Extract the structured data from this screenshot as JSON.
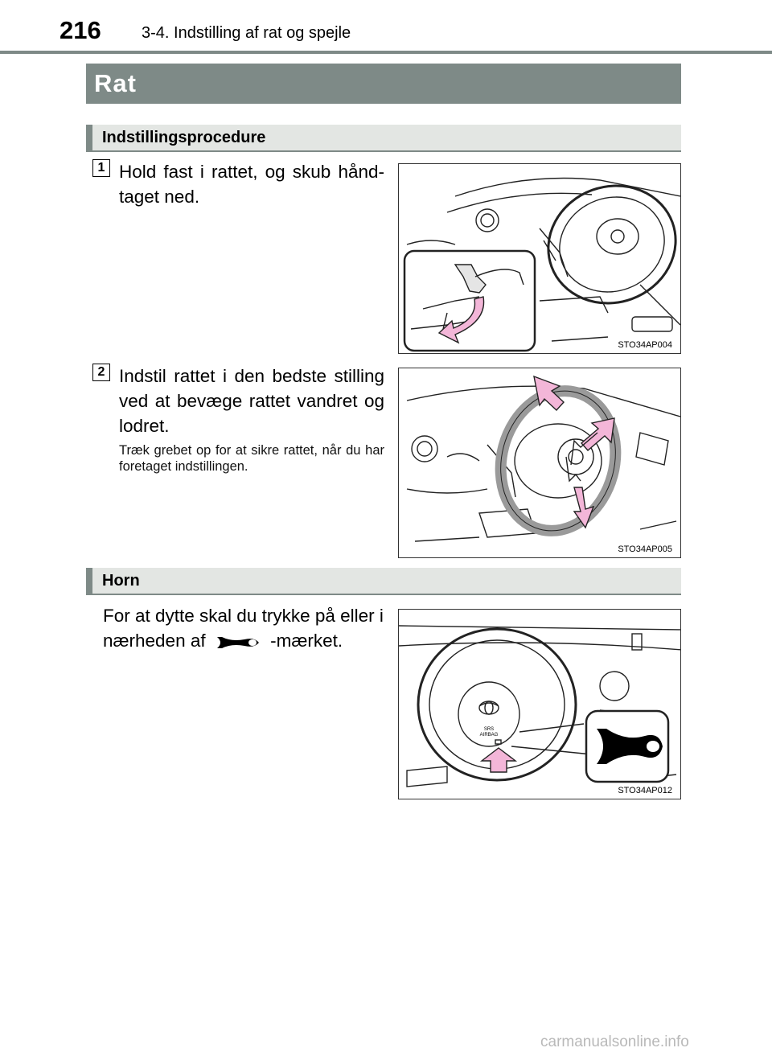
{
  "header": {
    "page_number": "216",
    "chapter": "3-4. Indstilling af rat og spejle"
  },
  "section": {
    "title": "Rat"
  },
  "adjust": {
    "heading": "Indstillingsprocedure",
    "steps": [
      {
        "number": "1",
        "text": "Hold fast i rattet, og skub hånd-taget ned.",
        "figure_code": "STO34AP004"
      },
      {
        "number": "2",
        "text": "Indstil rattet i den bedste stilling ved at bevæge rattet vandret og lodret.",
        "note": "Træk grebet op for at sikre rattet, når du har foretaget indstillingen.",
        "figure_code": "STO34AP005"
      }
    ]
  },
  "horn": {
    "heading": "Horn",
    "text_before": "For at dytte skal du trykke på eller i nærheden af",
    "text_after": "-mærket.",
    "figure_code": "STO34AP012",
    "icon": "horn-icon",
    "airbag_label_1": "SRS",
    "airbag_label_2": "AIRBAG"
  },
  "colors": {
    "banner": "#7e8a87",
    "subsection_bg": "#e3e6e3",
    "arrow": "#f3b6d8"
  },
  "watermark": "carmanualsonline.info"
}
